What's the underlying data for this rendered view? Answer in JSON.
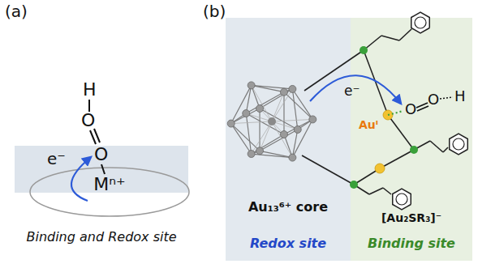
{
  "diagram": {
    "nodes": [
      {
        "text": [
          "Mⁿ⁺"
        ]
      },
      {
        "text": [
          "Au₁₃⁶⁺ core",
          "Redox site"
        ]
      },
      {
        "text": [
          "[Au₂SR₃]⁻",
          "Binding site"
        ]
      }
    ],
    "labels": [
      "(a)",
      "H",
      "O",
      "O",
      "e⁻",
      "Binding and Redox site",
      "(b)",
      "e⁻",
      "O",
      "O",
      "H",
      "Auᴵ"
    ]
  }
}
